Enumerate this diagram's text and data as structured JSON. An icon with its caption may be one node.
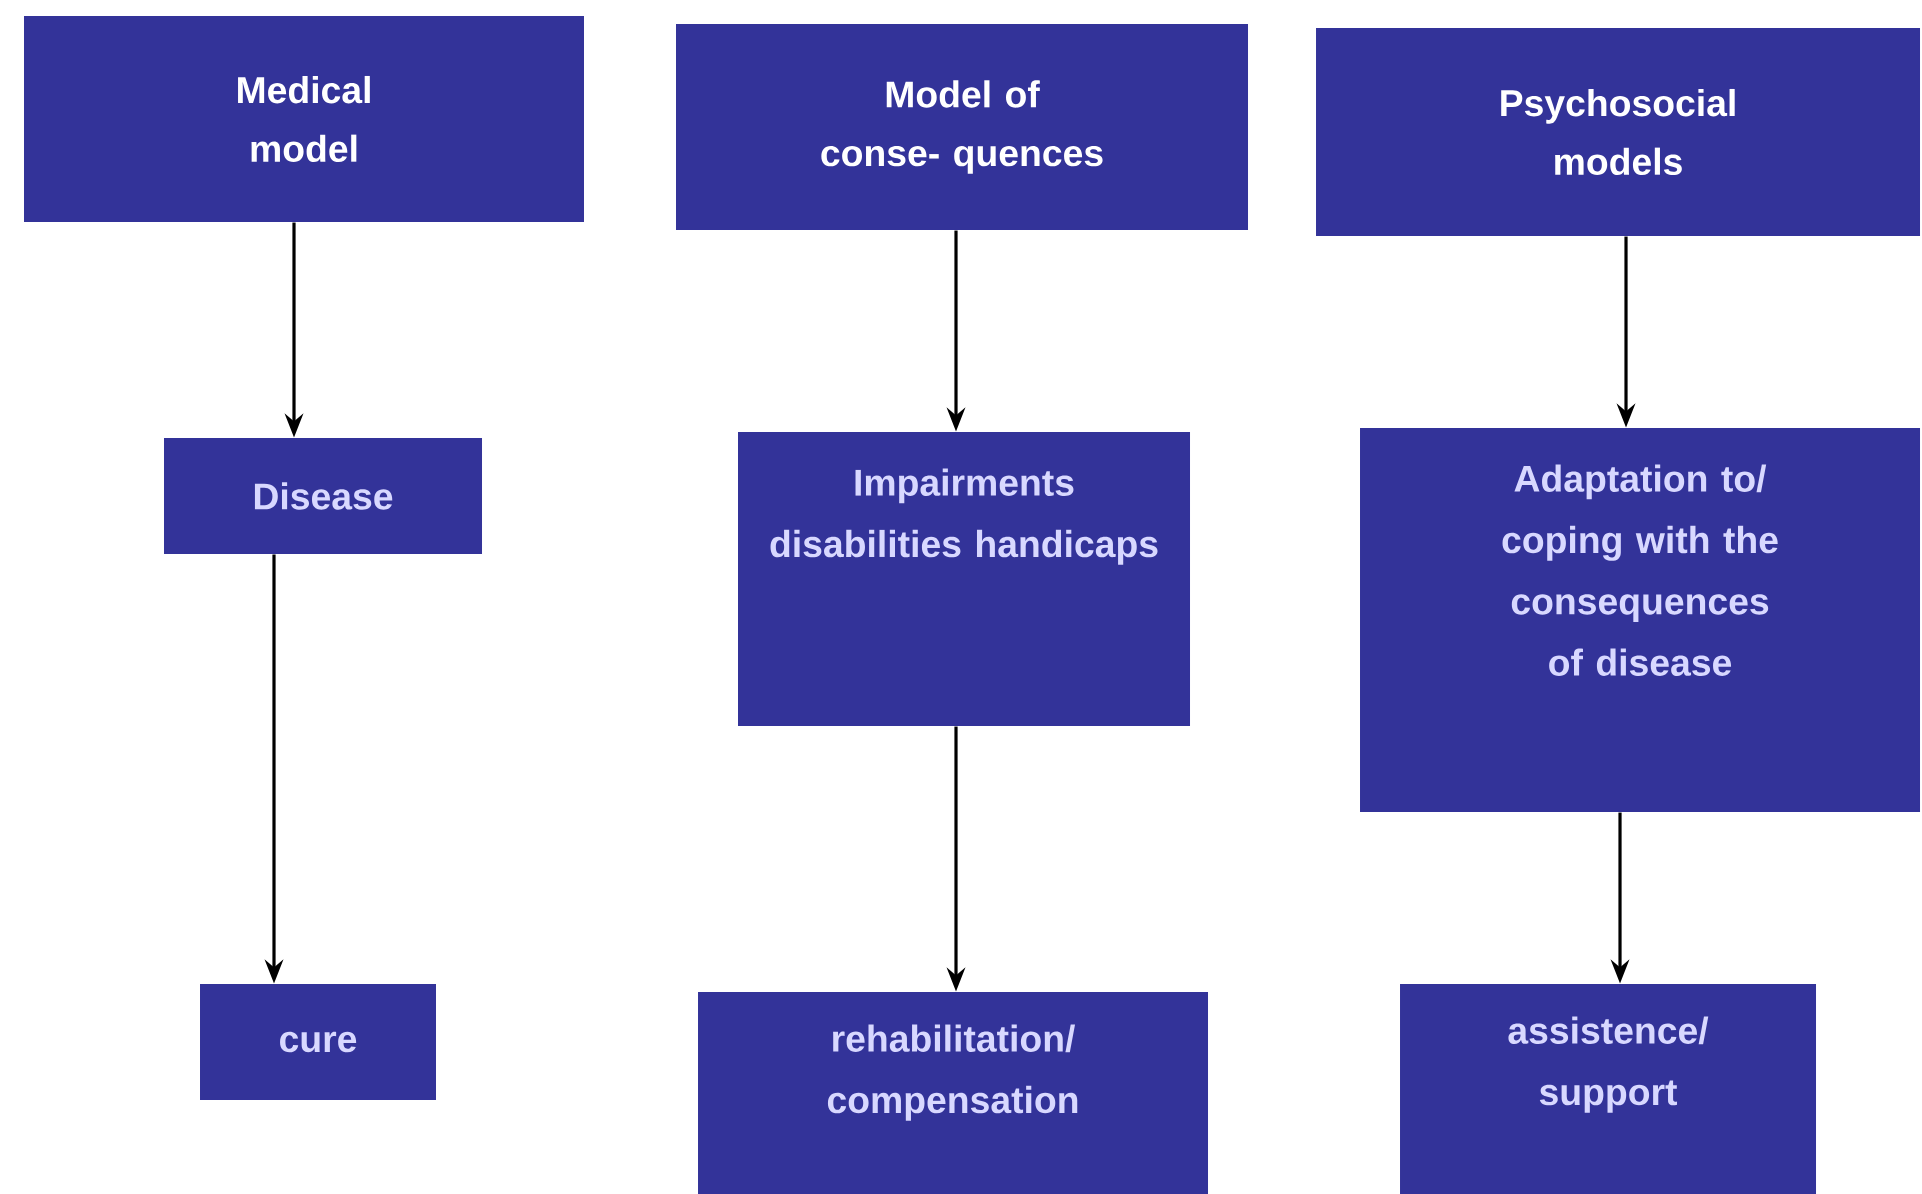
{
  "diagram": {
    "nodes": [
      {
        "text": [
          "Medical model"
        ]
      },
      {
        "text": [
          "Model of conse- quences"
        ]
      },
      {
        "text": [
          "Psychosocial models"
        ]
      },
      {
        "text": [
          "Disease"
        ]
      },
      {
        "text": [
          "Impairments disabilities handicaps"
        ]
      },
      {
        "text": [
          "Adaptation to/ coping with the consequences of disease"
        ]
      },
      {
        "text": [
          "cure"
        ]
      },
      {
        "text": [
          "rehabilitation/ compensation"
        ]
      },
      {
        "text": [
          "assistence/ support"
        ]
      }
    ],
    "edges": [
      {
        "from": 0,
        "to": 3,
        "arrow": "to"
      },
      {
        "from": 3,
        "to": 6,
        "arrow": "to"
      },
      {
        "from": 1,
        "to": 4,
        "arrow": "to"
      },
      {
        "from": 4,
        "to": 7,
        "arrow": "to"
      },
      {
        "from": 2,
        "to": 5,
        "arrow": "to"
      },
      {
        "from": 5,
        "to": 8,
        "arrow": "to"
      }
    ]
  }
}
